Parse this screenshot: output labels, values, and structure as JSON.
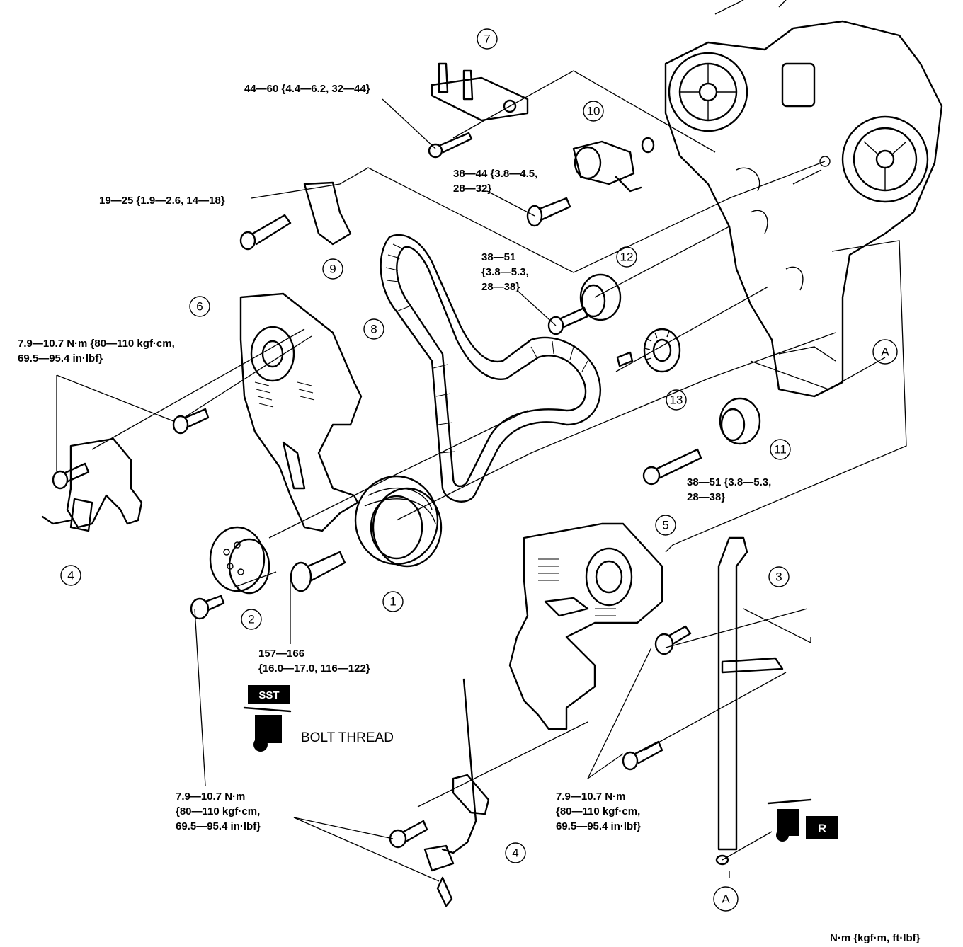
{
  "callouts": {
    "c1": "1",
    "c2": "2",
    "c3": "3",
    "c4a": "4",
    "c4b": "4",
    "c5": "5",
    "c6": "6",
    "c7": "7",
    "c8": "8",
    "c9": "9",
    "c10": "10",
    "c11": "11",
    "c12": "12",
    "c13": "13",
    "ca1": "A",
    "ca2": "A"
  },
  "torques": {
    "t7": [
      "44—60 {4.4—6.2, 32—44}"
    ],
    "t10": [
      "38—44 {3.8—4.5,",
      "28—32}"
    ],
    "t9": [
      "19—25 {1.9—2.6, 14—18}"
    ],
    "t12": [
      "38—51",
      "{3.8—5.3,",
      "28—38}"
    ],
    "t6": [
      "7.9—10.7 N·m {80—110 kgf·cm,",
      "69.5—95.4 in·lbf}"
    ],
    "t11": [
      "38—51 {3.8—5.3,",
      "28—38}"
    ],
    "t1": [
      "157—166",
      "{16.0—17.0, 116—122}"
    ],
    "t4b": [
      "7.9—10.7 N·m",
      "{80—110 kgf·cm,",
      "69.5—95.4 in·lbf}"
    ],
    "t5": [
      "7.9—10.7 N·m",
      "{80—110 kgf·cm,",
      "69.5—95.4 in·lbf}"
    ]
  },
  "sst_label": "SST",
  "bolt_thread_label": "BOLT THREAD",
  "r_label": "R",
  "units_note": "N·m {kgf·m, ft·lbf}"
}
